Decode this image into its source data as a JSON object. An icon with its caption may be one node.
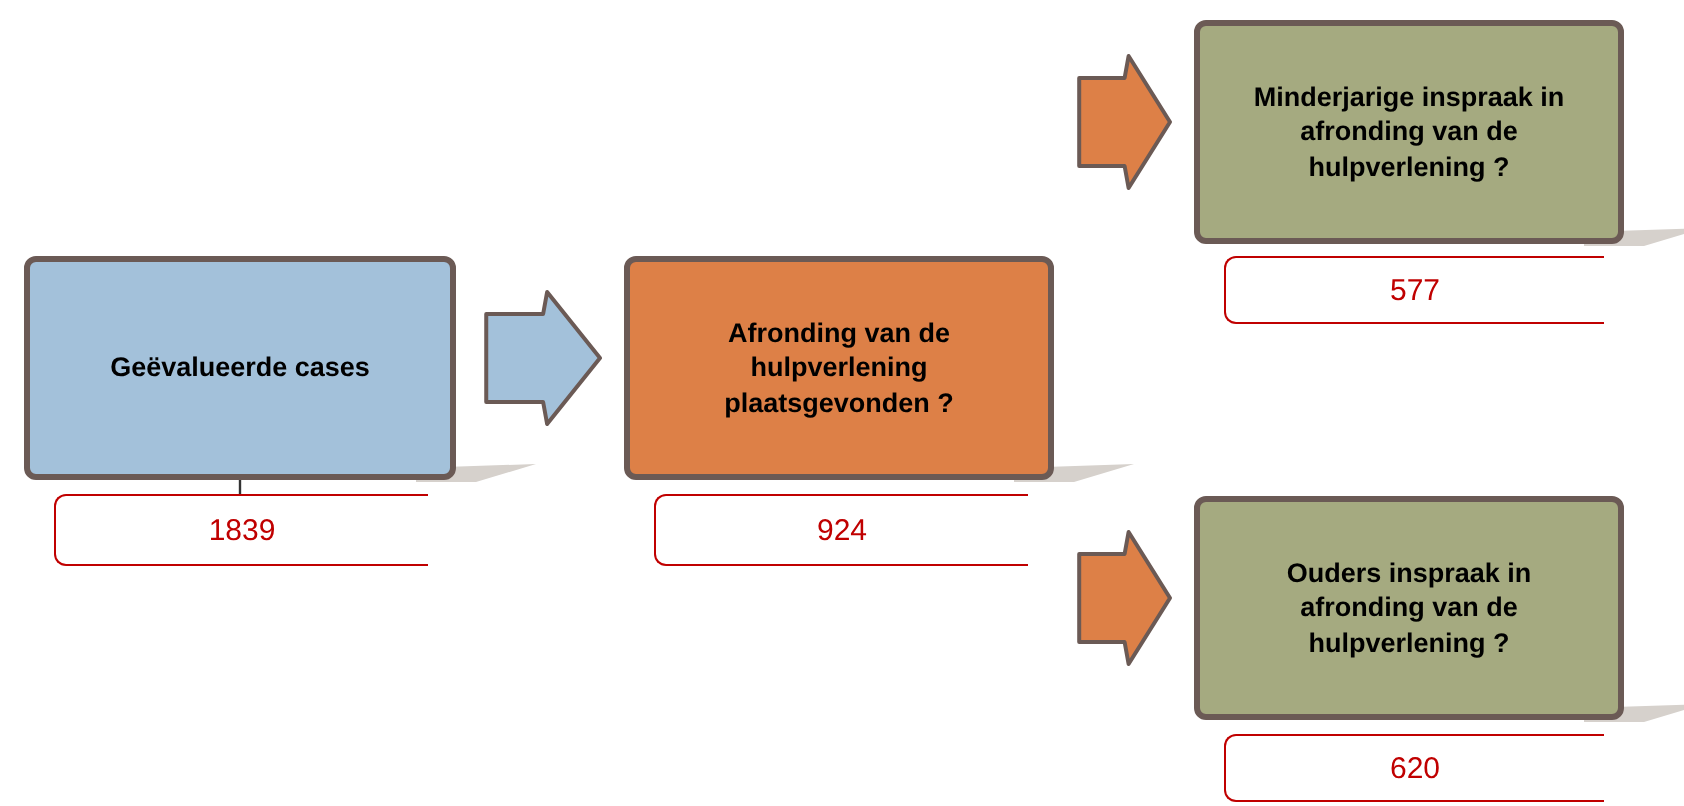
{
  "diagram": {
    "nodes": [
      {
        "text": [
          "Geëvalueerde cases"
        ]
      },
      {
        "text": [
          "Afronding van de hulpverlening plaatsgevonden ?"
        ]
      },
      {
        "text": [
          "Minderjarige inspraak in afronding van de hulpverlening ?"
        ]
      },
      {
        "text": [
          "Ouders inspraak in afronding van de hulpverlening ?"
        ]
      },
      {
        "text": [
          "1839"
        ]
      },
      {
        "text": [
          "924"
        ]
      },
      {
        "text": [
          "577"
        ]
      },
      {
        "text": [
          "620"
        ]
      }
    ],
    "edges": [
      {
        "from": 0,
        "to": 1,
        "arrow": "to",
        "color": "#a3c1da"
      },
      {
        "from": 1,
        "to": 2,
        "arrow": "to"
      },
      {
        "from": 1,
        "to": 3,
        "arrow": "to"
      },
      {
        "from": 0,
        "to": 4,
        "arrow": "none"
      }
    ]
  }
}
